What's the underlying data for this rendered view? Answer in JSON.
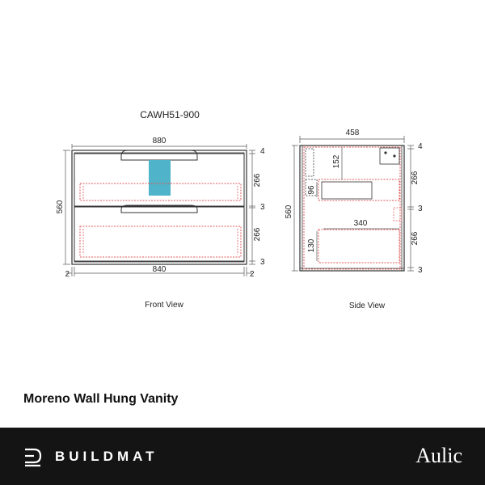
{
  "drawing": {
    "model_code": "CAWH51-900",
    "front_view": {
      "label": "Front View",
      "dims": {
        "overall_width": "880",
        "inner_width": "840",
        "overall_height": "560",
        "side_left": "2",
        "side_right": "2",
        "top_gap": "4",
        "drawer_upper": "266",
        "mid_gap": "3",
        "drawer_lower": "266",
        "bottom_gap": "3"
      }
    },
    "side_view": {
      "label": "Side View",
      "dims": {
        "overall_depth": "458",
        "overall_height": "560",
        "top_gap": "4",
        "drawer_upper": "266",
        "mid_gap": "3",
        "drawer_lower": "266",
        "bottom_gap": "3",
        "cutout_height": "152",
        "cutout_offset": "96",
        "lower_drawer_depth": "340",
        "lower_drawer_height": "130"
      }
    },
    "colors": {
      "outline": "#333333",
      "drawer_dash": "#e05a5a",
      "basin_cutout": "#4fb3c9"
    }
  },
  "product": {
    "title": "Moreno Wall Hung Vanity"
  },
  "footer": {
    "brand_left": "BUILDMAT",
    "brand_right": "Aulic",
    "background": "#141414"
  }
}
